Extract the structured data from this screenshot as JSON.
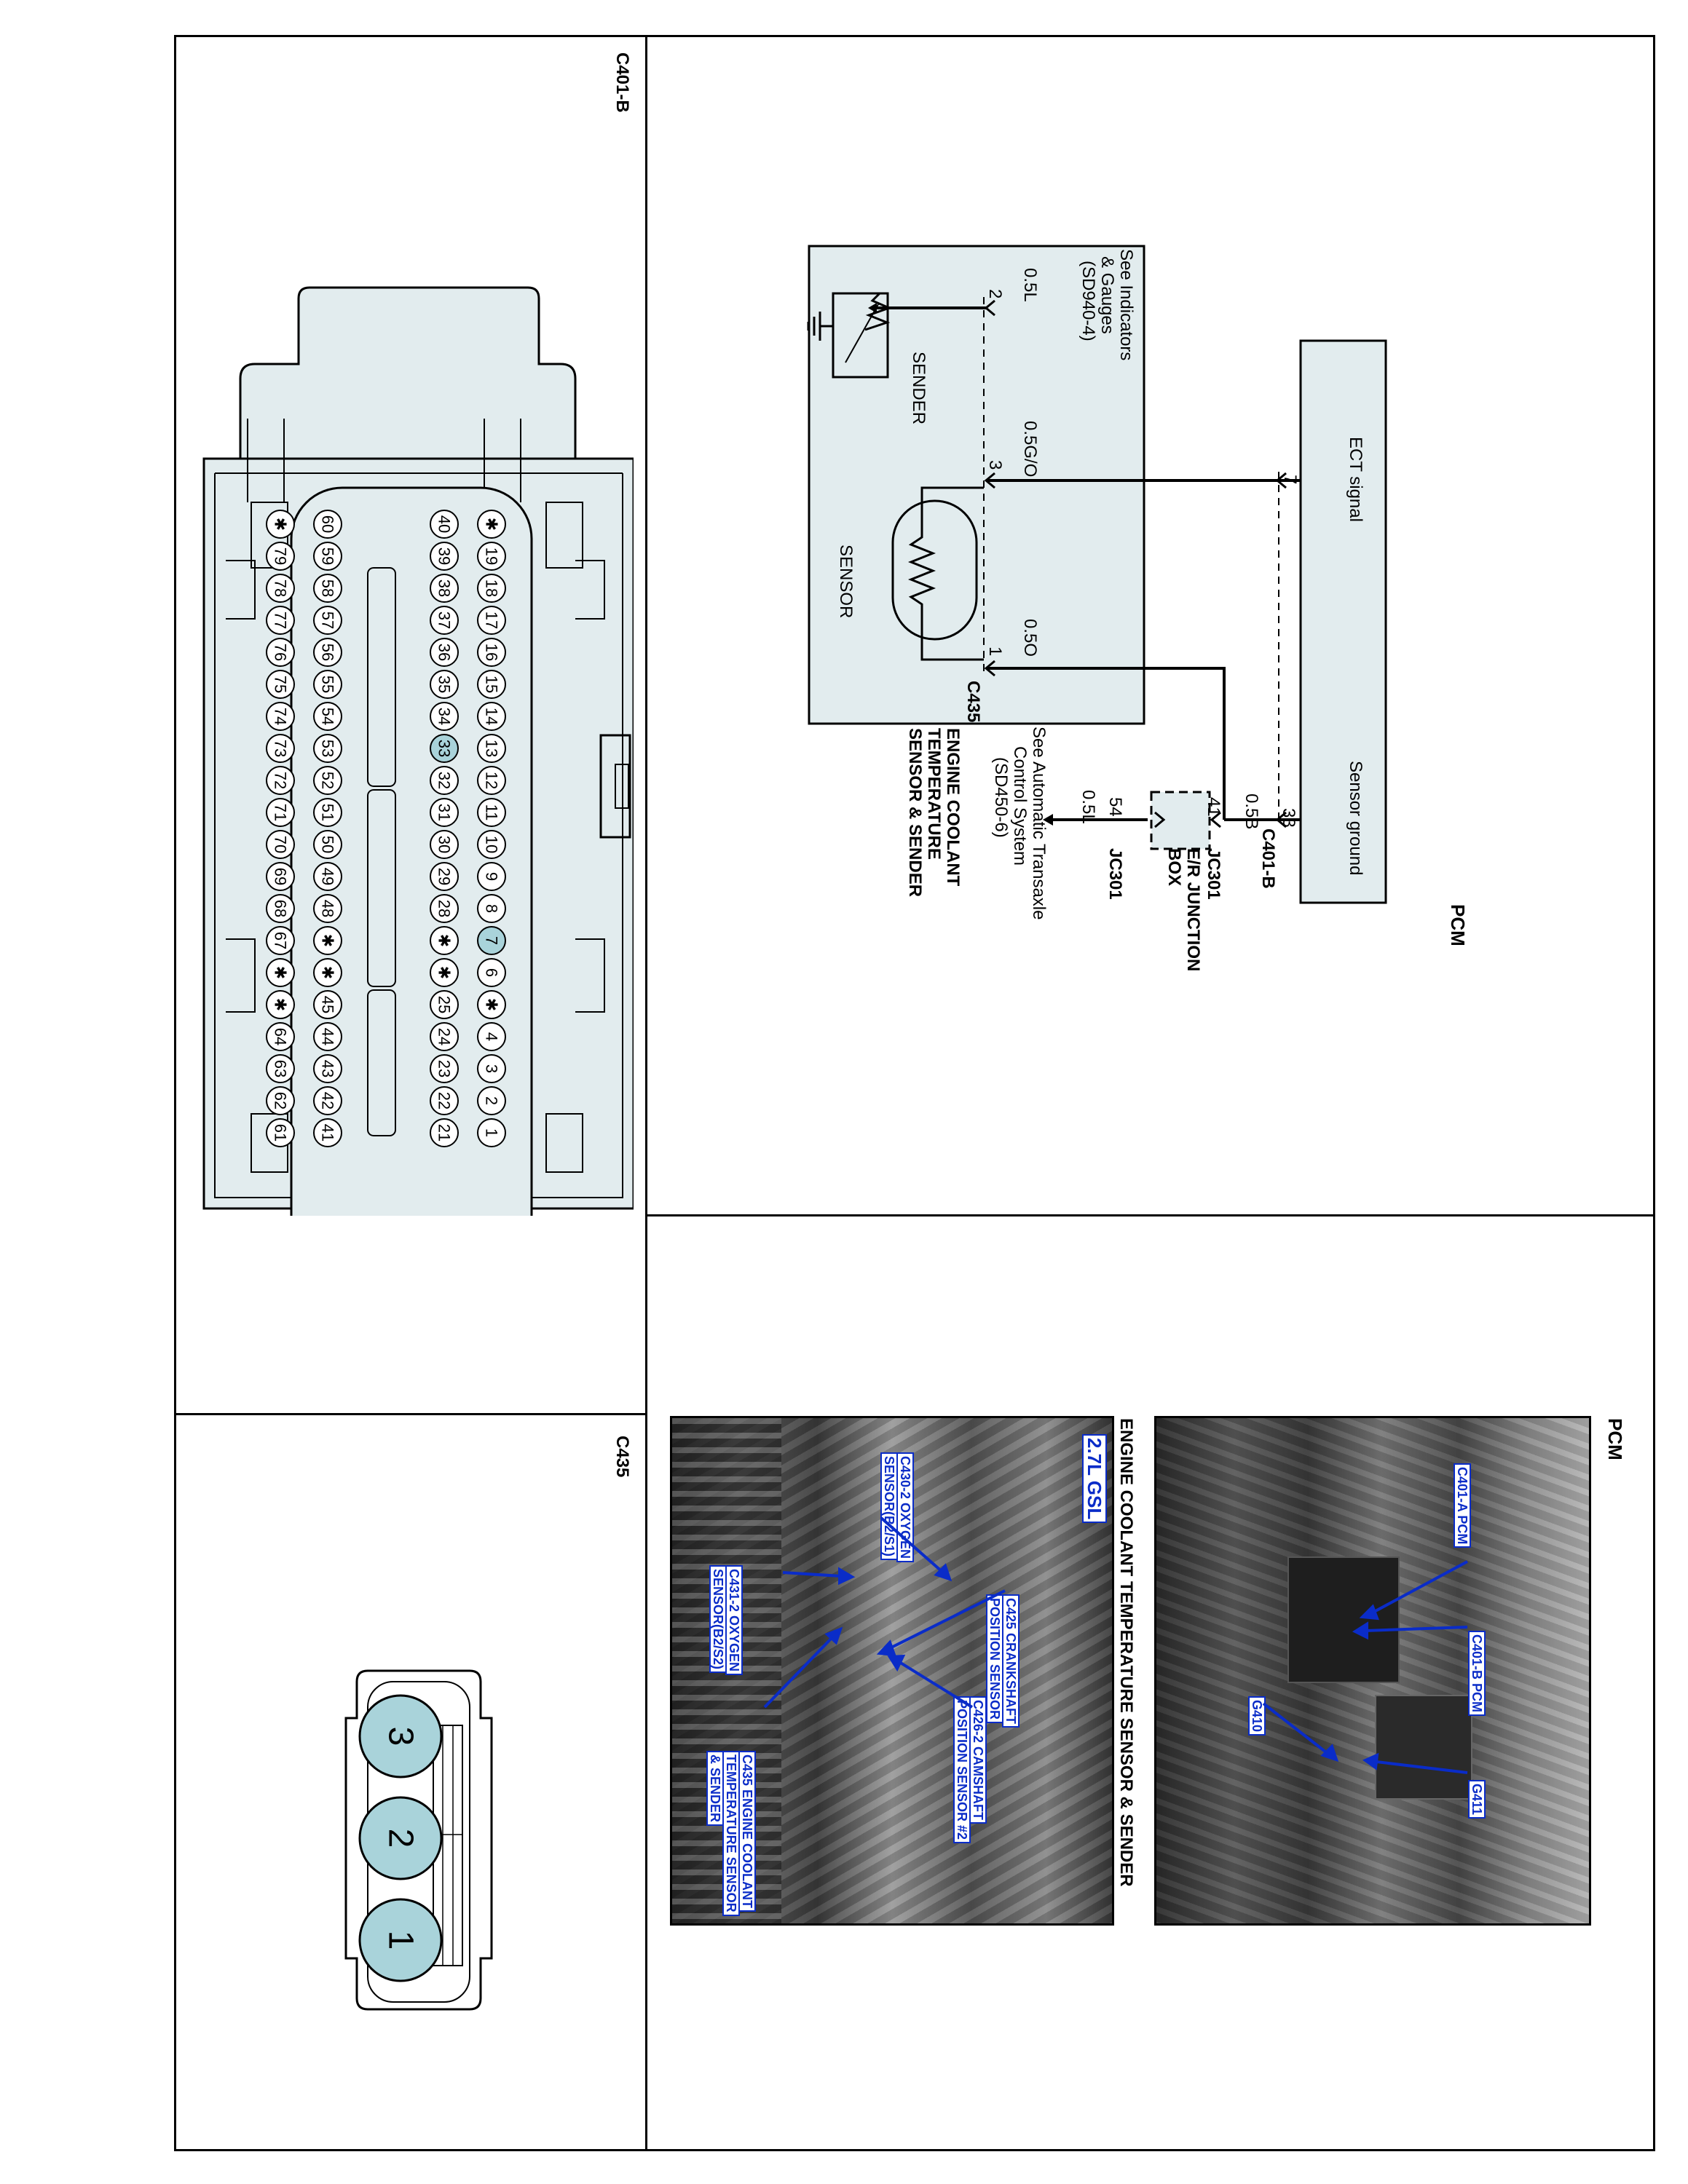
{
  "panels": {
    "c401b_view": {
      "title": "C401-B"
    },
    "c435_view": {
      "title": "C435"
    }
  },
  "c401b_connector": {
    "row1": [
      "✱",
      "19",
      "18",
      "17",
      "16",
      "15",
      "14",
      "13",
      "12",
      "11",
      "10",
      "9",
      "8",
      "7",
      "6",
      "✱",
      "4",
      "3",
      "2",
      "1"
    ],
    "row2": [
      "40",
      "39",
      "38",
      "37",
      "36",
      "35",
      "34",
      "33",
      "32",
      "31",
      "30",
      "29",
      "28",
      "✱",
      "✱",
      "25",
      "24",
      "23",
      "22",
      "21"
    ],
    "row3": [
      "60",
      "59",
      "58",
      "57",
      "56",
      "55",
      "54",
      "53",
      "52",
      "51",
      "50",
      "49",
      "48",
      "✱",
      "✱",
      "45",
      "44",
      "43",
      "42",
      "41"
    ],
    "row4": [
      "✱",
      "79",
      "78",
      "77",
      "76",
      "75",
      "74",
      "73",
      "72",
      "71",
      "70",
      "69",
      "68",
      "67",
      "✱",
      "✱",
      "64",
      "63",
      "62",
      "61"
    ],
    "highlight_pins": [
      "7",
      "33"
    ],
    "pin_fill": "#a9d3da",
    "body_fill": "#e2ecee"
  },
  "c435_connector": {
    "pins": [
      "3",
      "2",
      "1"
    ],
    "pin_fill": "#a9d3da"
  },
  "schematic": {
    "pcm_label": "PCM",
    "ect_signal": "ECT signal",
    "sensor_ground": "Sensor ground",
    "pcm_pin_ect": "7",
    "pcm_pin_ground": "33",
    "pcm_connector": "C401-B",
    "wire_ground_to_jc": "0.5B",
    "jc_pin_in": "41",
    "jc_pin_out": "54",
    "jc_name_top": "JC301",
    "jc_name_bottom": "JC301",
    "junction_box_line1": "E/R  JUNCTION",
    "junction_box_line2": "BOX",
    "wire_jc_out": "0.5L",
    "see_at_line1": "See Automatic Transaxle",
    "see_at_line2": "Control System",
    "see_at_line3": "(SD450-6)",
    "wire_sensor_ground": "0.5O",
    "wire_ect": "0.5G/O",
    "wire_gauge": "0.5L",
    "see_gauge_line1": "See Indicators",
    "see_gauge_line2": "& Gauges",
    "see_gauge_line3": "(SD940-4)",
    "sensor_pin1": "1",
    "sensor_pin2": "2",
    "sensor_pin3": "3",
    "sensor_connector": "C435",
    "sensor_label": "SENSOR",
    "sender_label": "SENDER",
    "component_line1": "ENGINE  COOLANT",
    "component_line2": "TEMPERATURE",
    "component_line3": "SENSOR  &  SENDER"
  },
  "photos": {
    "pcm_title": "PCM",
    "ect_title": "ENGINE COOLANT TEMPERATURE SENSOR & SENDER",
    "engine_badge": "2.7L GSL",
    "pcm_tags": {
      "c401a": "C401-A PCM",
      "c401b": "C401-B PCM",
      "g410": "G410",
      "g411": "G411"
    },
    "ect_tags": {
      "c430_1": "C430-2 OXYGEN",
      "c430_2": "SENSOR(B2/S1)",
      "c425_1": "C425 CRANKSHAFT",
      "c425_2": "POSITION SENSOR",
      "c426_1": "C426-2 CAMSHAFT",
      "c426_2": "POSITION SENSOR #2",
      "c431_1": "C431-2 OXYGEN",
      "c431_2": "SENSOR(B2/S2)",
      "c435_1": "C435 ENGINE COOLANT",
      "c435_2": "TEMPERATURE SENSOR",
      "c435_3": "& SENDER"
    },
    "tag_color": "#0a2cc8"
  }
}
